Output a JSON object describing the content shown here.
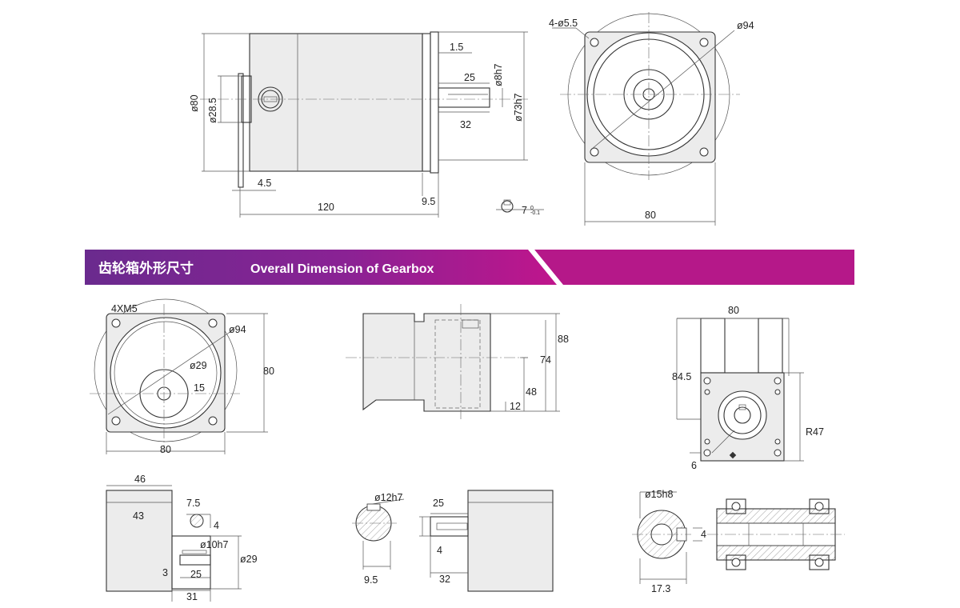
{
  "banner": {
    "title_cn": "齿轮箱外形尺寸",
    "title_en": "Overall Dimension of Gearbox",
    "color_start": "#6a2a8e",
    "color_end": "#c0158c"
  },
  "motor_side": {
    "dims": {
      "d80": "ø80",
      "d28_5": "ø28.5",
      "len_1_5": "1.5",
      "len_25": "25",
      "shaft_8h7": "ø8h7",
      "pilot_73h7": "ø73h7",
      "len_32": "32",
      "len_4_5": "4.5",
      "len_120": "120",
      "len_9_5": "9.5",
      "key_7": "7",
      "key_sub": "0\n-0.1"
    }
  },
  "motor_front": {
    "dims": {
      "holes": "4-ø5.5",
      "pcd": "ø94",
      "width": "80"
    }
  },
  "gearbox_front": {
    "dims": {
      "holes": "4XM5",
      "pcd": "ø94",
      "hub": "ø29",
      "off15": "15",
      "height": "80",
      "width": "80"
    }
  },
  "gearbox_side": {
    "dims": {
      "h88": "88",
      "h74": "74",
      "h48": "48",
      "h12": "12"
    }
  },
  "gearbox_right": {
    "dims": {
      "w80": "80",
      "h84_5": "84.5",
      "r47": "R47",
      "six": "6"
    }
  },
  "shaft10": {
    "dims": {
      "len46": "46",
      "len43": "43",
      "key7_5": "7.5",
      "key4": "4",
      "shaft": "ø10h7",
      "hub29": "ø29",
      "len3": "3",
      "len25": "25",
      "len31": "31"
    }
  },
  "shaft12": {
    "dims": {
      "shaft": "ø12h7",
      "len25": "25",
      "key4": "4",
      "len9_5": "9.5",
      "len32": "32"
    }
  },
  "shaft15": {
    "dims": {
      "shaft": "ø15h8",
      "key4": "4",
      "len17_3": "17.3"
    }
  }
}
